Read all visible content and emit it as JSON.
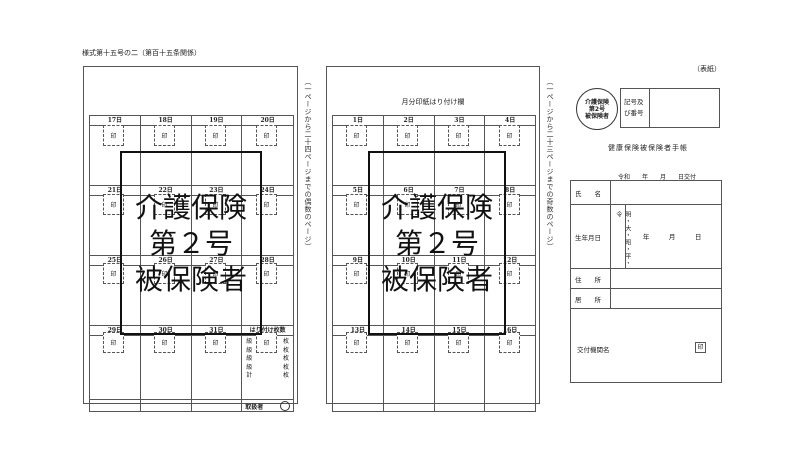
{
  "form_title": "様式第十五号の二（第百十五条関係）",
  "omote": "（表紙）",
  "left_vertical": "（一ページから二十四ページまでの偶数のページ）",
  "mid_vertical": "（一ページから二十三ページまでの奇数のページ）",
  "mid_heading": "月分印紙はり付け欄",
  "stamp_label": "印",
  "left_days_row1": [
    "17日",
    "18日",
    "19日",
    "20日"
  ],
  "left_days_row2": [
    "21日",
    "22日",
    "23日",
    "24日"
  ],
  "left_days_row3": [
    "25日",
    "26日",
    "27日",
    "28日"
  ],
  "left_days_row4": [
    "29日",
    "30日",
    "31日",
    "はり付け枚数"
  ],
  "mid_days_row1": [
    "1日",
    "2日",
    "3日",
    "4日"
  ],
  "mid_days_row2": [
    "5日",
    "6日",
    "7日",
    "8日"
  ],
  "mid_days_row3": [
    "9日",
    "10日",
    "11日",
    "12日"
  ],
  "mid_days_row4": [
    "13日",
    "14日",
    "15日",
    "16日"
  ],
  "grade_labels": [
    "級",
    "級",
    "級",
    "級",
    "計"
  ],
  "count_labels": [
    "枚",
    "枚",
    "枚",
    "枚",
    "枚"
  ],
  "handler": "取扱者",
  "overlay_lines": [
    "介護保険",
    "第２号",
    "被保険者"
  ],
  "seal_lines": [
    "介護保険",
    "第2号",
    "被保険者"
  ],
  "kigou": "記号及び番号",
  "techo_title": "健康保険被保険者手帳",
  "issue_date": "令和　　年　　月　　日交付",
  "name_label": "氏　　名",
  "birth_label": "生年月日",
  "era_options": "明・大・昭・平・令",
  "birth_ymd": "年　　　月　　　日",
  "address_label": "住　　所",
  "residence_label": "居　　所",
  "issuer_label": "交付機関名",
  "issuer_seal": "印"
}
